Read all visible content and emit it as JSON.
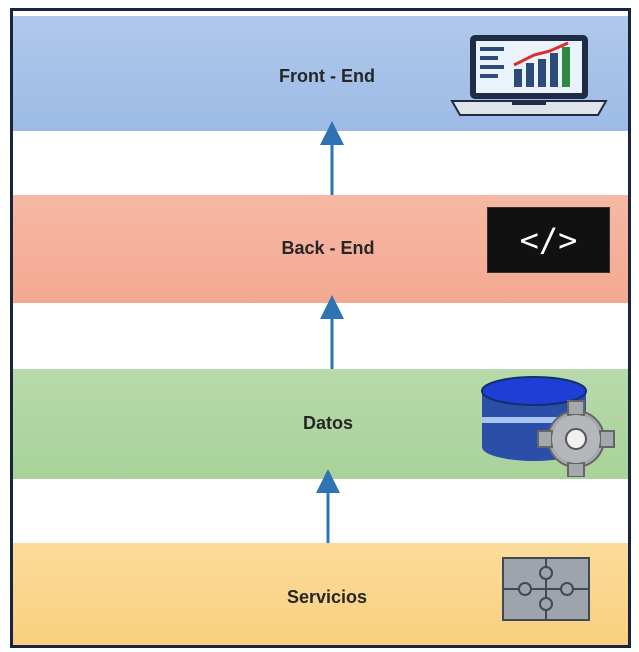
{
  "layers": {
    "front_end": {
      "label": "Front - End",
      "icon": "laptop-dashboard-icon"
    },
    "back_end": {
      "label": "Back - End",
      "icon": "code-brackets-icon",
      "icon_text": "</>"
    },
    "datos": {
      "label": "Datos",
      "icon": "database-gear-icon"
    },
    "servicios": {
      "label": "Servicios",
      "icon": "puzzle-icon"
    }
  },
  "colors": {
    "front_end": "#a7c1e8",
    "back_end": "#f4ae97",
    "datos": "#afd6a2",
    "servicios": "#fad48a",
    "arrow": "#2e74b5",
    "frame_border": "#17263e"
  }
}
